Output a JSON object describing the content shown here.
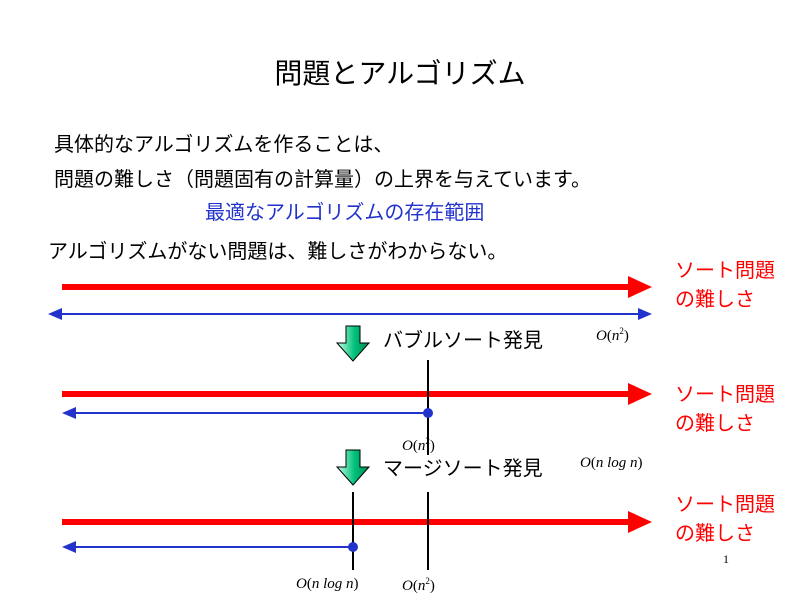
{
  "title": "問題とアルゴリズム",
  "intro": {
    "line1": "具体的なアルゴリズムを作ることは、",
    "line2": "問題の難しさ（問題固有の計算量）の上界を与えています。"
  },
  "subheading": "最適なアルゴリズムの存在範囲",
  "note": "アルゴリズムがない問題は、難しさがわからない。",
  "rows": [
    {
      "label_line1": "ソート問題",
      "label_line2": "の難しさ"
    },
    {
      "label_line1": "ソート問題",
      "label_line2": "の難しさ"
    },
    {
      "label_line1": "ソート問題",
      "label_line2": "の難しさ"
    }
  ],
  "steps": [
    {
      "label": "バブルソート発見",
      "complexity": {
        "O": "O",
        "arg": "n",
        "exp": "2"
      }
    },
    {
      "label": "マージソート発見",
      "complexity": {
        "O": "O",
        "arg": "n log n"
      }
    }
  ],
  "markers": {
    "n2_row2": {
      "O": "O",
      "arg": "n",
      "exp": "2"
    },
    "nlogn_row3": {
      "O": "O",
      "arg": "n log n"
    },
    "n2_row3": {
      "O": "O",
      "arg": "n",
      "exp": "2"
    }
  },
  "colors": {
    "red_arrow": "#ff0000",
    "blue_arrow": "#2233cc",
    "green_arrow": "#00a86b"
  },
  "page_number": "1"
}
